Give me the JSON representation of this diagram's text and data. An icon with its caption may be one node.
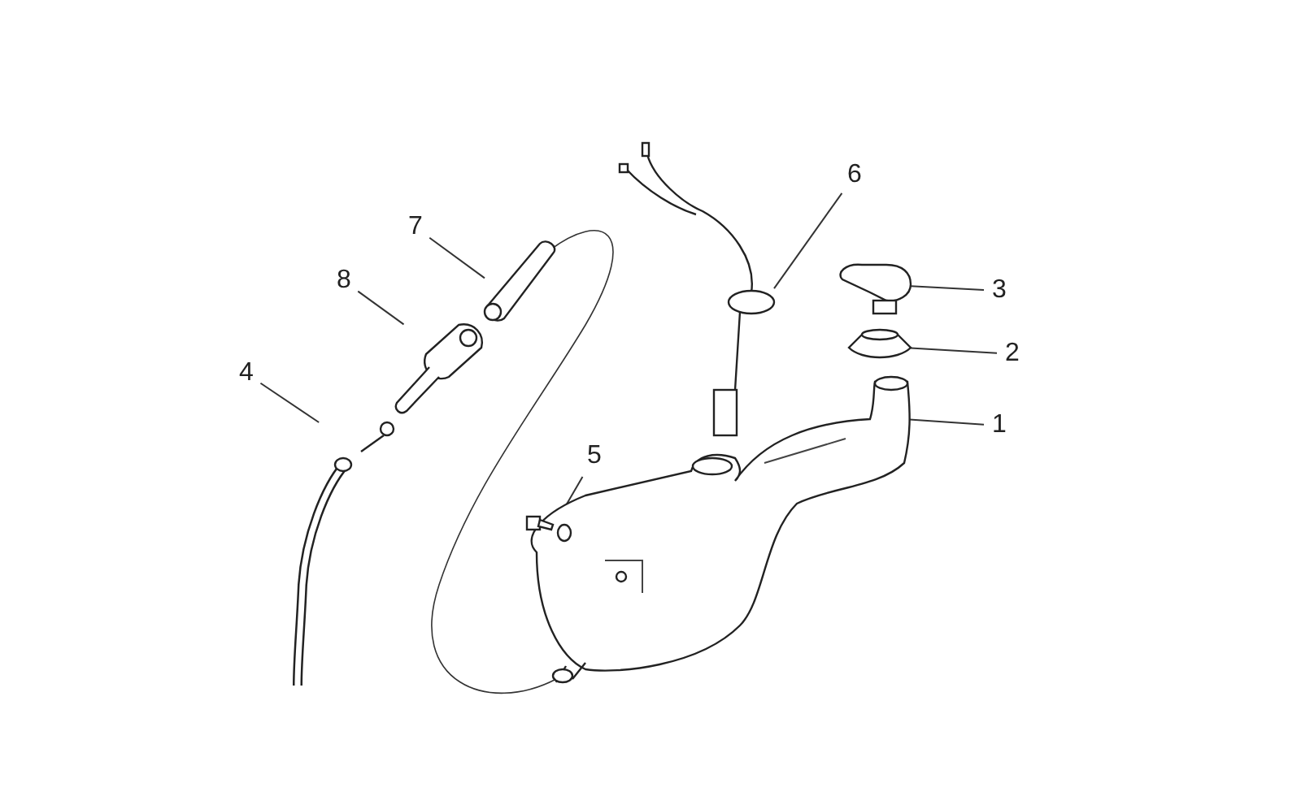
{
  "diagram": {
    "nodes": [
      {
        "text": [
          "1"
        ]
      },
      {
        "text": [
          "2"
        ]
      },
      {
        "text": [
          "3"
        ]
      },
      {
        "text": [
          "4"
        ]
      },
      {
        "text": [
          "5"
        ]
      },
      {
        "text": [
          "6"
        ]
      },
      {
        "text": [
          "7"
        ]
      },
      {
        "text": [
          "8"
        ]
      },
      {
        "text": [],
        "shape": "picture"
      },
      {
        "text": [],
        "shape": "picture"
      },
      {
        "text": [],
        "shape": "picture"
      },
      {
        "text": [],
        "shape": "picture"
      },
      {
        "text": [],
        "shape": "picture"
      },
      {
        "text": [],
        "shape": "picture"
      },
      {
        "text": [],
        "shape": "picture"
      },
      {
        "text": [],
        "shape": "picture"
      }
    ],
    "edges": [
      {
        "from": 0,
        "to": 8,
        "arrow": "none"
      },
      {
        "from": 1,
        "to": 9,
        "arrow": "none"
      },
      {
        "from": 2,
        "to": 10,
        "arrow": "none"
      },
      {
        "from": 3,
        "to": 11,
        "arrow": "none"
      },
      {
        "from": 4,
        "to": 12,
        "arrow": "none"
      },
      {
        "from": 5,
        "to": 13,
        "arrow": "none"
      },
      {
        "from": 6,
        "to": 14,
        "arrow": "none"
      },
      {
        "from": 7,
        "to": 15,
        "arrow": "none"
      },
      {
        "from": 8,
        "to": 14,
        "arrow": "none"
      }
    ]
  }
}
